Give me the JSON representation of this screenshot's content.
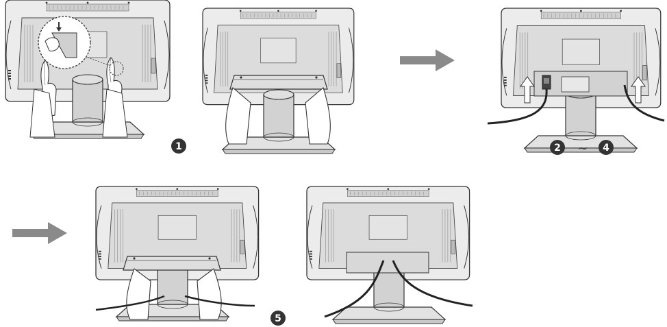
{
  "steps": {
    "step1": "1",
    "step2": "2",
    "step_range_separator": "~",
    "step4": "4",
    "step5": "5"
  },
  "colors": {
    "tv_body": "#e9e9e9",
    "tv_outline": "#333333",
    "panel": "#d6d6d6",
    "arrow": "#8a8a8a",
    "badge": "#333333",
    "cable": "#222222"
  },
  "icons": [
    "right-arrow-icon",
    "hand-icon",
    "magnifier-callout-icon",
    "up-arrow-icon",
    "power-plug-icon"
  ]
}
